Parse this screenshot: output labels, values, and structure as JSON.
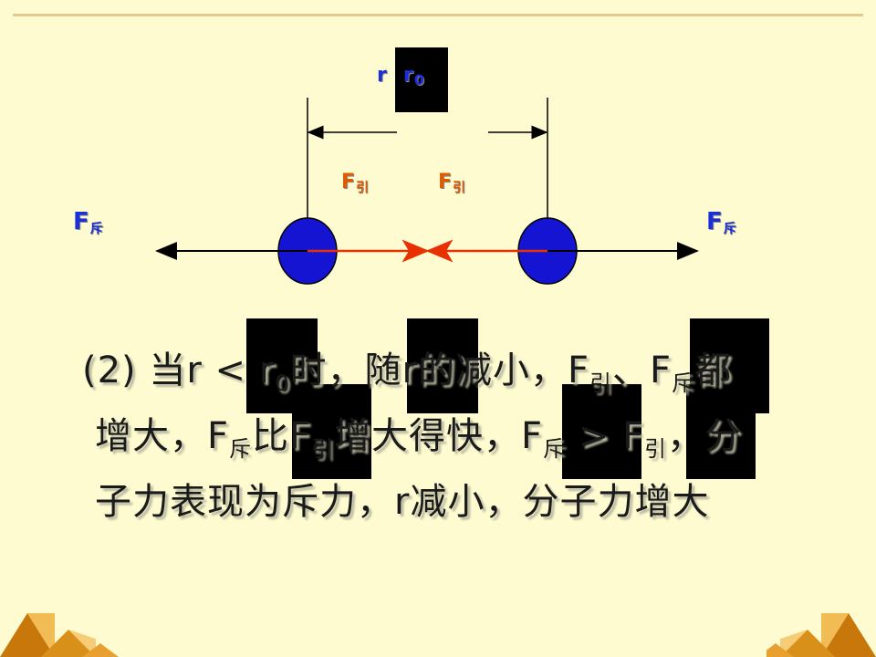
{
  "diagram": {
    "distance_label": {
      "r": "r",
      "r0": "r",
      "r0_sub": "0"
    },
    "attract_left": {
      "main": "F",
      "sub": "引"
    },
    "attract_right": {
      "main": "F",
      "sub": "引"
    },
    "repel_left": {
      "main": "F",
      "sub": "斥"
    },
    "repel_right": {
      "main": "F",
      "sub": "斥"
    },
    "colors": {
      "molecule": "#1414d2",
      "attract_arrow": "#e83000",
      "label_blue": "#1b2fd8",
      "label_orange": "#e05a00"
    }
  },
  "text": {
    "line1": "(2) 当r < r",
    "line1_sub0": "0",
    "line1_b": "时，随r的减小，F",
    "line1_sub_yin": "引",
    "line1_c": "、F",
    "line1_sub_chi": "斥",
    "line1_d": "都",
    "line2_a": "增大，F",
    "line2_sub_chi": "斥",
    "line2_b": "比F",
    "line2_sub_yin": "引",
    "line2_c": "增大得快，F",
    "line2_sub_chi2": "斥",
    "line2_d": " > F",
    "line2_sub_yin2": "引",
    "line2_e": "，分",
    "line3": "子力表现为斥力，r减小，分子力增大"
  }
}
